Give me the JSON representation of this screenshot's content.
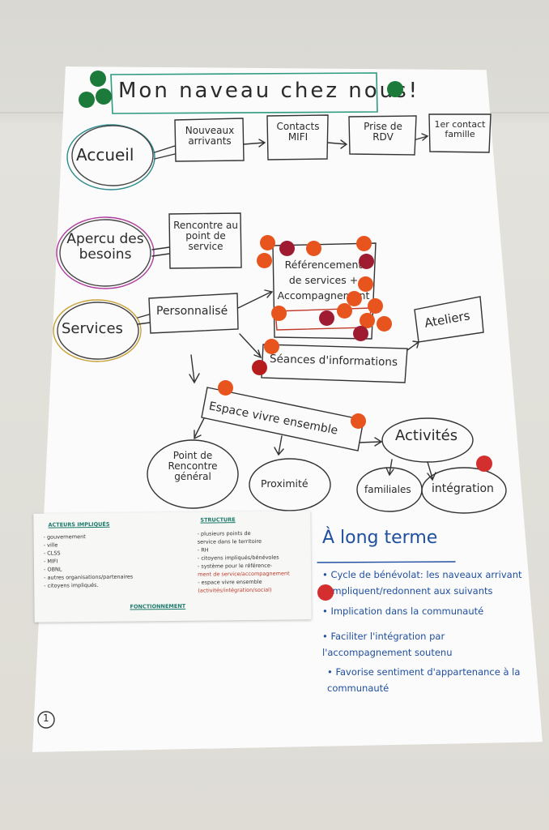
{
  "poster": {
    "title": "Mon naveau chez nous!",
    "page_number": "1",
    "accueil": {
      "label": "Accueil",
      "steps": [
        "Nouveaux arrivants",
        "Contacts MIFI",
        "Prise de RDV",
        "1er contact famille"
      ]
    },
    "apercu": {
      "label": "Apercu des besoins",
      "step": "Rencontre au point de service"
    },
    "services": {
      "label": "Services",
      "personnalise": "Personnalisé",
      "referencement": "Référencement de services + Accompagnement",
      "seances": "Séances d'informations",
      "ateliers": "Ateliers",
      "espace": "Espace vivre ensemble",
      "point_rencontre": "Point de Rencontre général",
      "proximite": "Proximité",
      "activites": "Activités",
      "familiales": "familiales",
      "integration": "intégration"
    },
    "note_card": {
      "acteurs_header": "ACTEURS IMPLIQUÉS",
      "acteurs": [
        "- gouvernement",
        "- ville",
        "- CLSS",
        "- MIFI",
        "- OBNL",
        "- autres organisations/partenaires",
        "- citoyens impliqués."
      ],
      "structure_header": "STRUCTURE",
      "structure": [
        "- plusieurs points de",
        "  service dans le territoire",
        "- RH",
        "- citoyens impliqués/bénévoles",
        "- système pour le référence-",
        "  ment de service/accompagnement",
        "- espace vivre ensemble"
      ],
      "structure_red": "(activités/intégration/social)",
      "fonctionnement_header": "FONCTIONNEMENT"
    },
    "long_terme": {
      "title": "À long terme",
      "items": [
        "• Cycle de bénévolat: les naveaux arrivant s'impliquent/redonnent aux suivants",
        "• Implication dans la communauté",
        "• Faciliter l'intégration par l'accompagnement soutenu",
        "• Favorise sentiment d'appartenance à la communauté"
      ]
    }
  },
  "colors": {
    "green_dot": "#1c7a3a",
    "orange_dot": "#e8541e",
    "red_dot": "#c62828",
    "dark_red_dot": "#9e1b32",
    "marker_ink": "#2b2b2b",
    "blue_ink": "#1f4fa0",
    "teal_frame": "#2e9a7f"
  }
}
